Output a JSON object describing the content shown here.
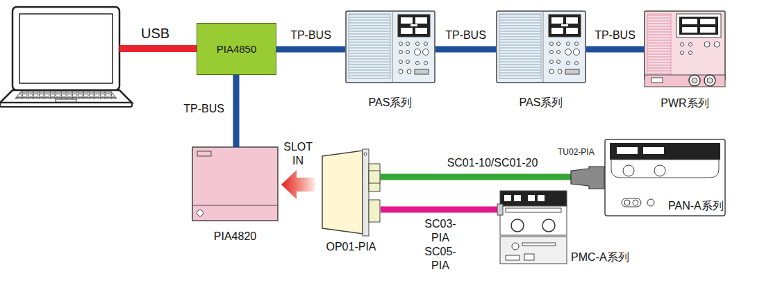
{
  "diagram": {
    "nodes": [
      {
        "text": [
          "PIA4850"
        ]
      },
      {
        "text": [
          "PAS系列"
        ]
      },
      {
        "text": [
          "PAS系列"
        ]
      },
      {
        "text": [
          "PWR系列"
        ]
      },
      {
        "text": [
          "PIA4820"
        ]
      },
      {
        "text": [
          "OP01-PIA"
        ]
      },
      {
        "text": [
          "PAN-A系列"
        ]
      },
      {
        "text": [
          "PMC-A系列"
        ]
      }
    ],
    "edges": [
      {
        "from": 0,
        "to": 1,
        "arrow": "none",
        "label": "TP-BUS"
      },
      {
        "from": 1,
        "to": 2,
        "arrow": "none",
        "label": "TP-BUS"
      },
      {
        "from": 2,
        "to": 3,
        "arrow": "none",
        "label": "TP-BUS"
      },
      {
        "from": 0,
        "to": 4,
        "arrow": "none",
        "label": "TP-BUS"
      },
      {
        "from": 5,
        "to": 4,
        "arrow": "to",
        "label": "SLOT IN"
      },
      {
        "from": 5,
        "to": 6,
        "arrow": "none",
        "label": "SC01-10/SC01-20"
      },
      {
        "from": 5,
        "to": 7,
        "arrow": "none",
        "label": "SC03-PIA SC05-PIA"
      }
    ],
    "labels": [
      "USB",
      "TU02-PIA"
    ]
  }
}
